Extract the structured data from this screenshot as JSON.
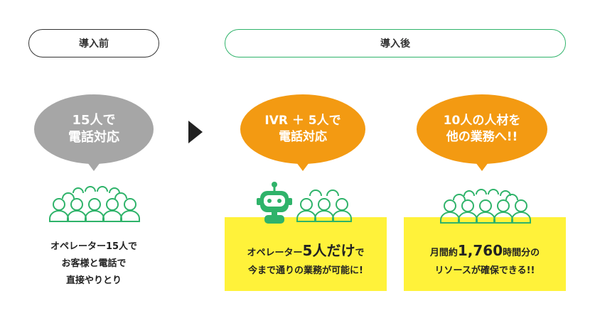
{
  "before": {
    "label": "導入前",
    "bubble": [
      "15人で",
      "電話対応"
    ],
    "caption": [
      "オペレーター15人で",
      "お客様と電話で",
      "直接やりとり"
    ]
  },
  "after": {
    "label": "導入後",
    "left": {
      "bubble": [
        "IVR ＋ 5人で",
        "電話対応"
      ],
      "card": {
        "line1_pre": "オペレーター",
        "line1_big": "5人だけ",
        "line1_post": "で",
        "line2": "今まで通りの業務が可能に!"
      }
    },
    "right": {
      "bubble": [
        "10人の人材を",
        "他の業務へ!!"
      ],
      "card": {
        "line1_pre": "月間約",
        "line1_big": "1,760",
        "line1_post": "時間分の",
        "line2": "リソースが確保できる!!"
      }
    }
  },
  "colors": {
    "before_border": "#333333",
    "after_border": "#2fb36a",
    "people": "#2fb36a",
    "bubble_gray": "#a6a6a6",
    "bubble_orange": "#f39a12",
    "card_yellow": "#fff23a"
  },
  "icons": [
    "right-arrow-icon",
    "robot-icon",
    "person-icon"
  ]
}
